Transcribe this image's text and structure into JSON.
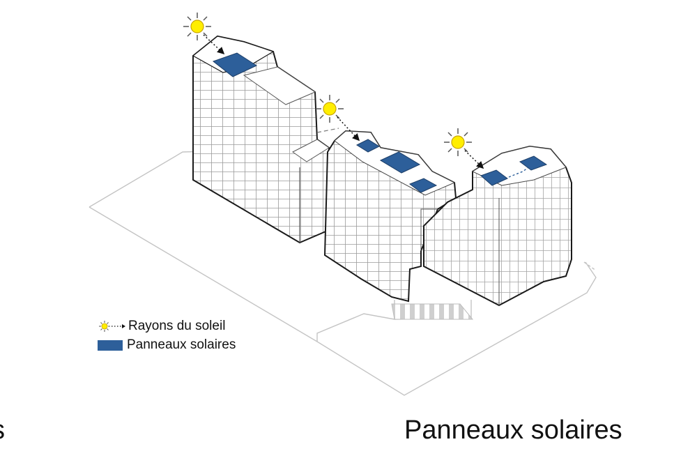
{
  "legend": {
    "sun_label": "Rayons du soleil",
    "panel_label": "Panneaux solaires"
  },
  "captions": {
    "left_fragment": "s",
    "right": "Panneaux solaires"
  },
  "colors": {
    "panel": "#2d5f9a",
    "sun": "#ffee00",
    "sun_stroke": "#c9a400",
    "outline": "#1a1a1a",
    "ground": "#bfbfbf"
  },
  "icons": [
    "sun-icon",
    "dotted-arrow",
    "solar-panel-swatch"
  ]
}
